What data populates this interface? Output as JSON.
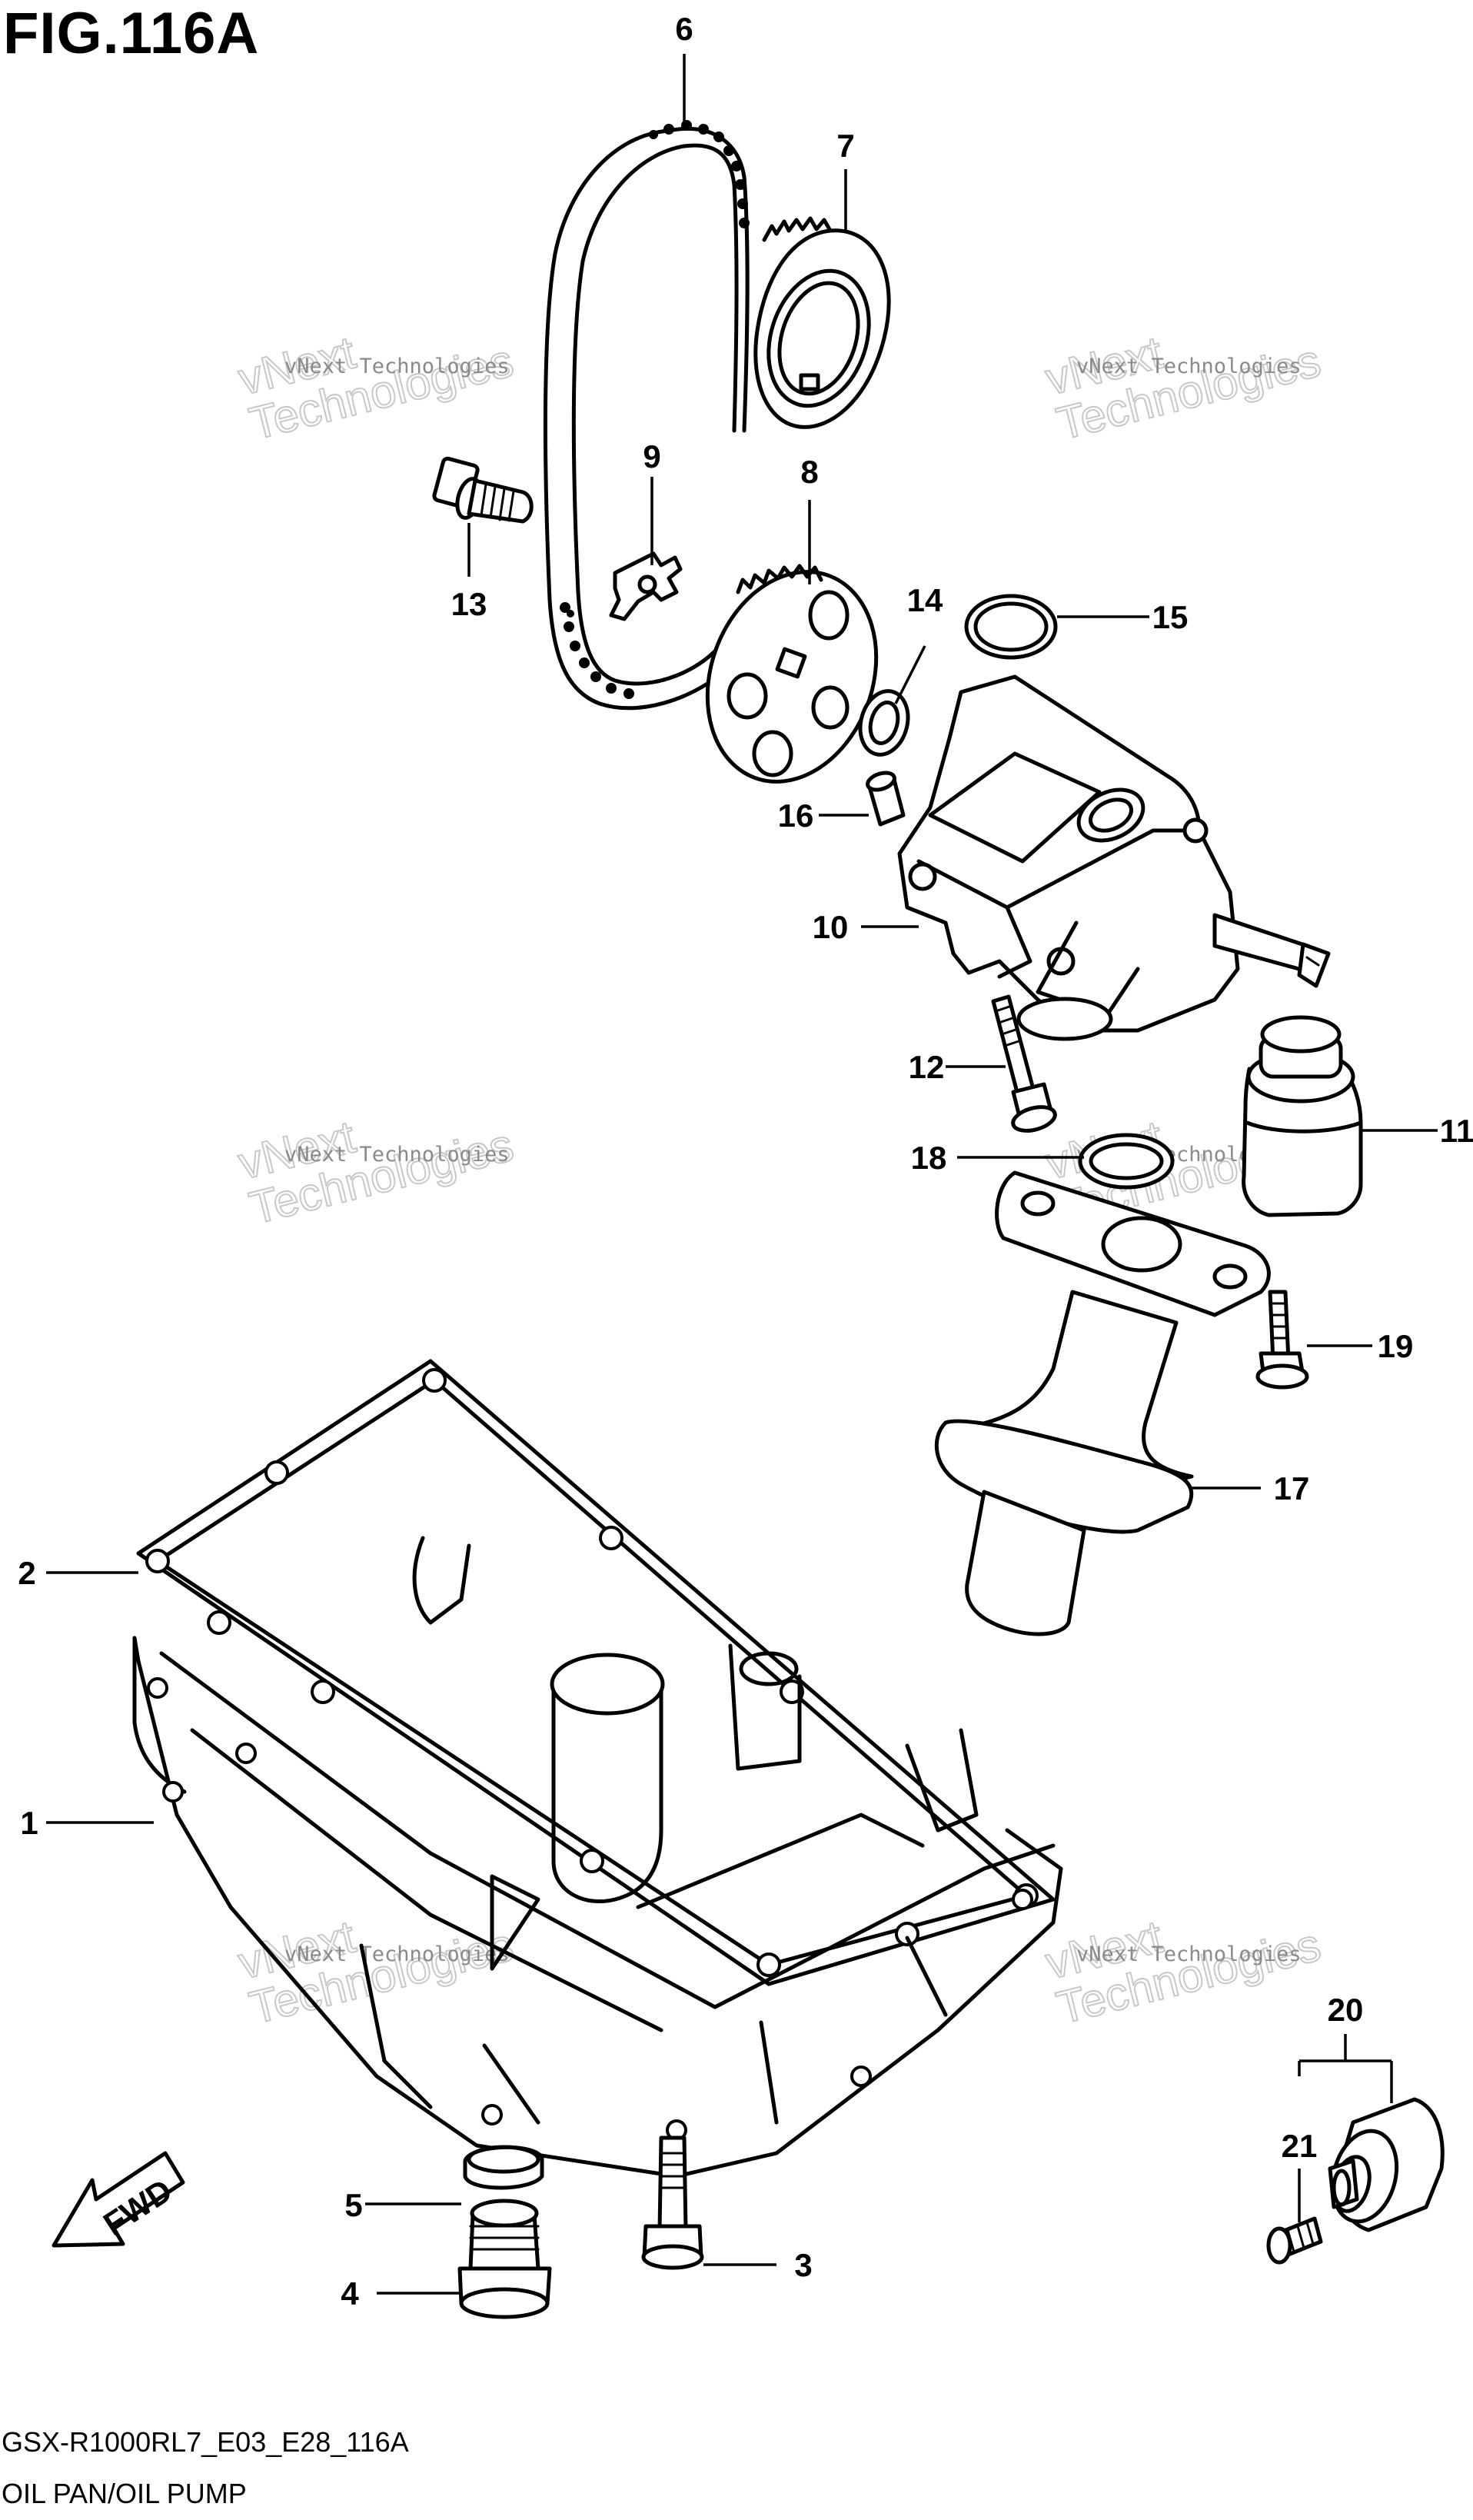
{
  "figure": {
    "title": "FIG.116A",
    "code": "GSX-R1000RL7_E03_E28_116A",
    "caption": "OIL PAN/OIL PUMP"
  },
  "fwd_label": "FWD",
  "watermark": {
    "line1": "vNext Technologies",
    "line2a": "vNext",
    "line2b": "Technologies"
  },
  "callouts": [
    {
      "id": "1",
      "label": "1"
    },
    {
      "id": "2",
      "label": "2"
    },
    {
      "id": "3",
      "label": "3"
    },
    {
      "id": "4",
      "label": "4"
    },
    {
      "id": "5",
      "label": "5"
    },
    {
      "id": "6",
      "label": "6"
    },
    {
      "id": "7",
      "label": "7"
    },
    {
      "id": "8",
      "label": "8"
    },
    {
      "id": "9",
      "label": "9"
    },
    {
      "id": "10",
      "label": "10"
    },
    {
      "id": "11",
      "label": "11"
    },
    {
      "id": "12",
      "label": "12"
    },
    {
      "id": "13",
      "label": "13"
    },
    {
      "id": "14",
      "label": "14"
    },
    {
      "id": "15",
      "label": "15"
    },
    {
      "id": "16",
      "label": "16"
    },
    {
      "id": "17",
      "label": "17"
    },
    {
      "id": "18",
      "label": "18"
    },
    {
      "id": "19",
      "label": "19"
    },
    {
      "id": "20",
      "label": "20"
    },
    {
      "id": "21",
      "label": "21"
    }
  ]
}
